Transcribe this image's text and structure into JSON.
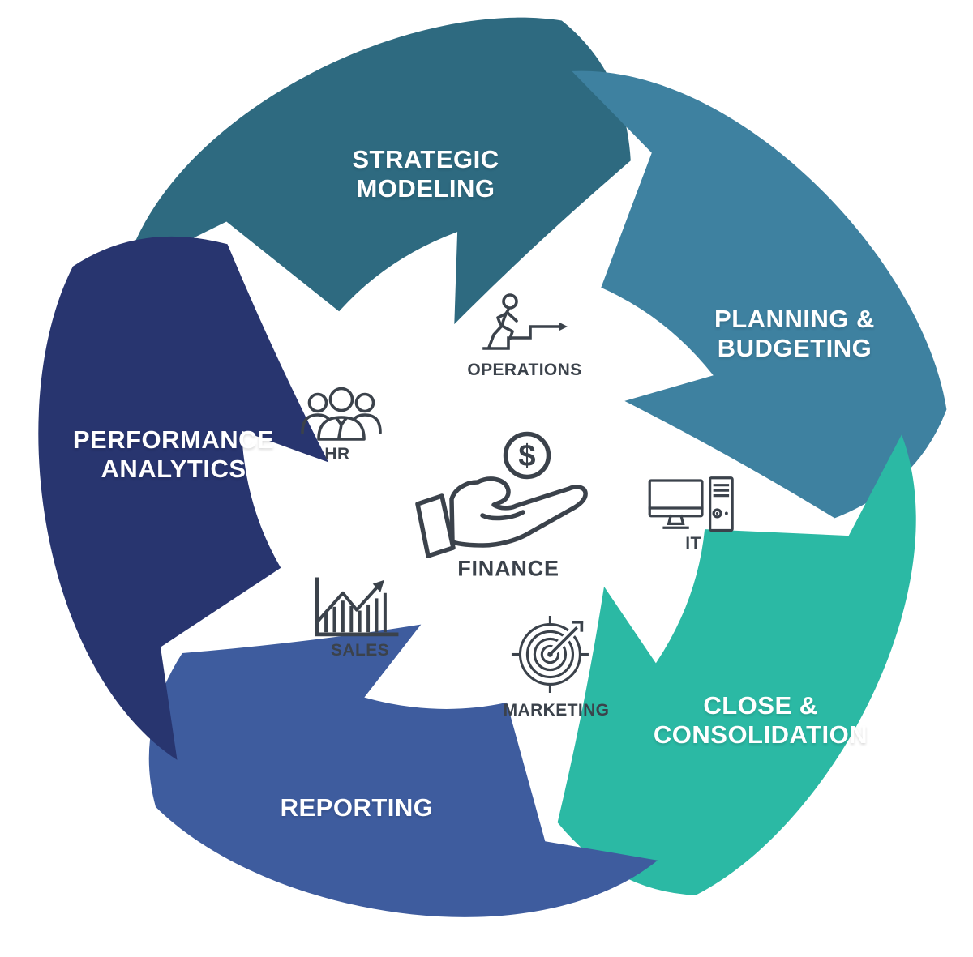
{
  "diagram": {
    "type": "cycle",
    "background": "#FFFFFF",
    "arrow_label_color": "#FFFFFF",
    "icon_color": "#3B424B",
    "arrows": [
      {
        "label_lines": [
          "STRATEGIC",
          "MODELING"
        ],
        "color": "#2E6A80"
      },
      {
        "label_lines": [
          "PLANNING &",
          "BUDGETING"
        ],
        "color": "#3E81A0"
      },
      {
        "label_lines": [
          "CLOSE &",
          "CONSOLIDATION"
        ],
        "color": "#2BB9A4"
      },
      {
        "label_lines": [
          "REPORTING"
        ],
        "color": "#3E5C9E"
      },
      {
        "label_lines": [
          "PERFORMANCE",
          "ANALYTICS"
        ],
        "color": "#28356F"
      }
    ],
    "departments": [
      {
        "label": "OPERATIONS",
        "icon": "stairs-climb-icon"
      },
      {
        "label": "HR",
        "icon": "team-icon"
      },
      {
        "label": "IT",
        "icon": "computer-icon"
      },
      {
        "label": "FINANCE",
        "icon": "hand-holding-dollar-icon",
        "coin_symbol": "$"
      },
      {
        "label": "SALES",
        "icon": "growth-chart-icon"
      },
      {
        "label": "MARKETING",
        "icon": "target-dart-icon"
      }
    ]
  }
}
